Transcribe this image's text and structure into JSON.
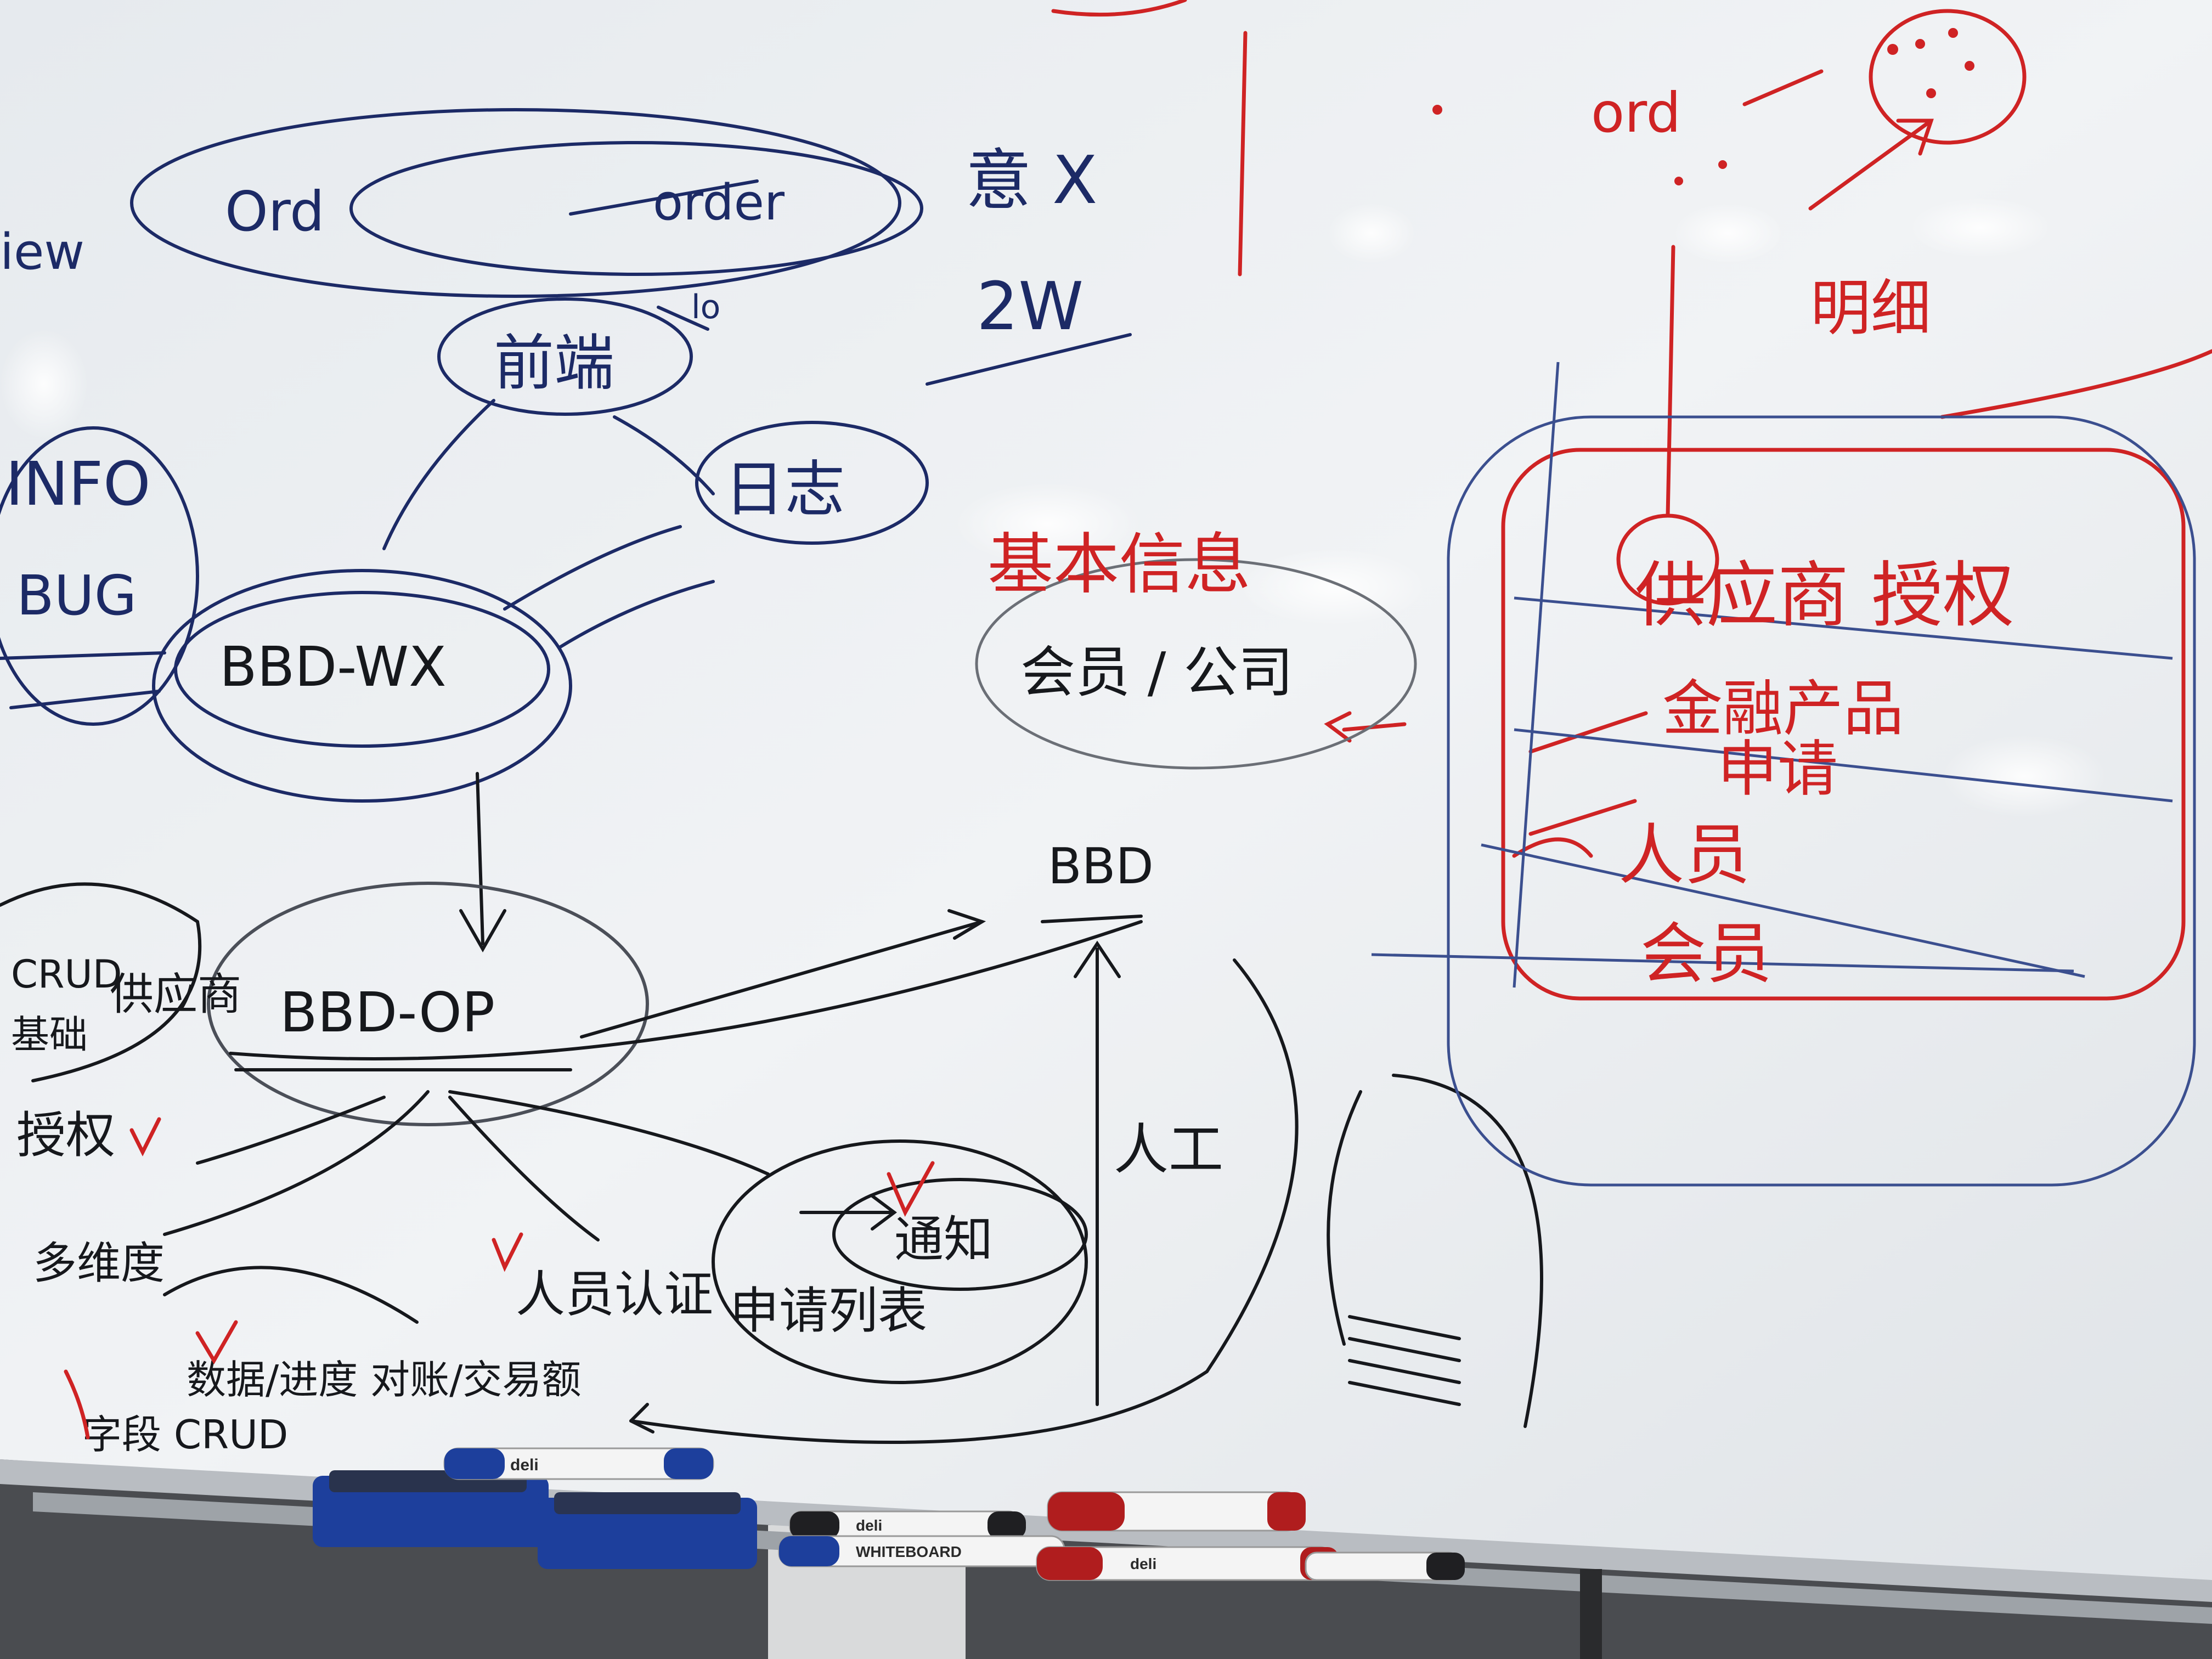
{
  "whiteboard": {
    "blue_notes": {
      "view_left": "iew",
      "ord": "Ord",
      "order": "order",
      "yi_x": "意 X",
      "two_w": "2W",
      "lo": "lo",
      "qianduan": "前端",
      "rizhi": "日志",
      "info": "INFO",
      "bug": "BUG",
      "bbd_wx": "BBD-WX"
    },
    "black_notes": {
      "bbd_op": "BBD-OP",
      "bbd": "BBD",
      "crud_top": "CRUD",
      "gongyingshang_left": "供应商",
      "jichu": "基础",
      "shouquan": "授权",
      "duoweidu": "多维度",
      "renyuan_renzheng": "人员认证",
      "shenqing_liebiao": "申请列表",
      "tongzhi": "通知",
      "rengong": "人工",
      "shuju_yaodu": "数据/进度 对账/交易额",
      "shiyu_crud": "字段 CRUD"
    },
    "red_notes": {
      "jiben_xinxi": "基本信息",
      "huiyuan_gongsi": "会员 / 公司",
      "gongyingshang_shouquan": "供应商 授权",
      "jinrong_chanpin": "金融产品",
      "shenqing": "申请",
      "renyuan": "人员",
      "huiyuan": "会员",
      "ord_top": "ord",
      "ming_xi": "明细"
    },
    "marker_labels": {
      "brand_a": "deli",
      "brand_b": "WHITEBOARD",
      "brand_c": "deli",
      "brand_d": "deli"
    },
    "colors": {
      "board": "#eceff2",
      "blue_ink": "#1c2a66",
      "black_ink": "#16181c",
      "red_ink": "#cf2324",
      "floor": "#3b3d40",
      "eraser_blue": "#1d3f9c"
    }
  }
}
